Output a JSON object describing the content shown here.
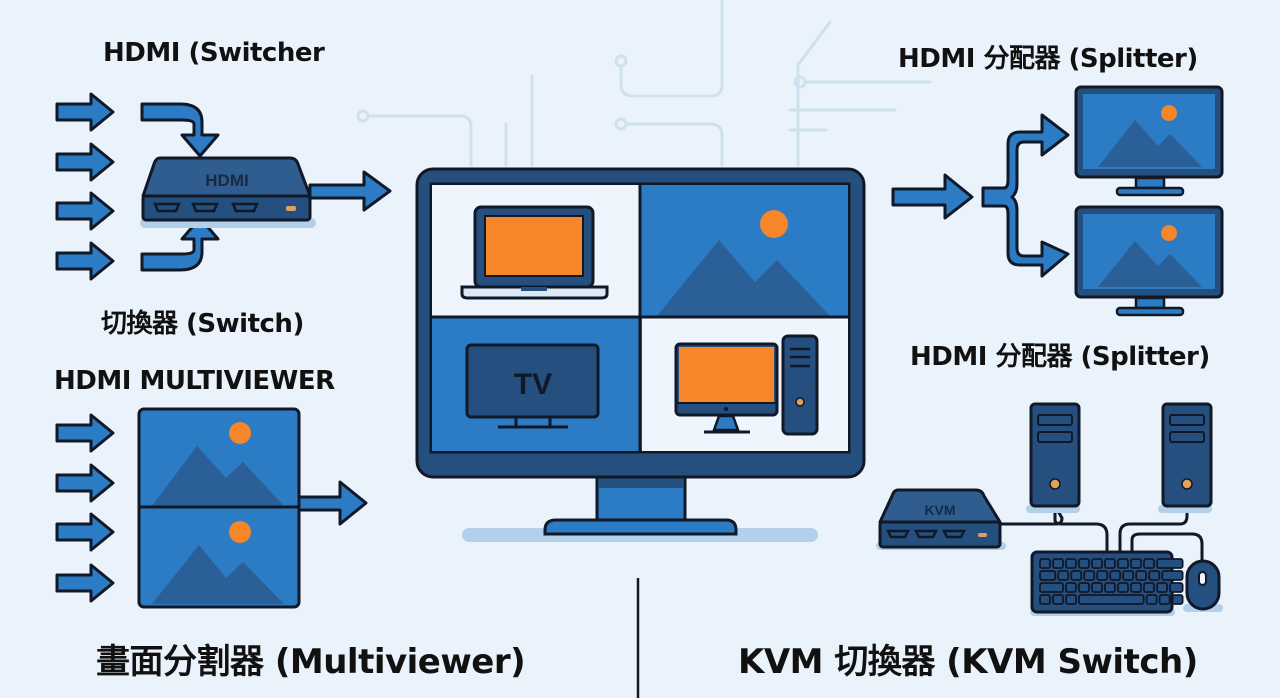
{
  "colors": {
    "background": "#eaf3fb",
    "primary_blue": "#2b7cc4",
    "dark_blue": "#244f7e",
    "navy": "#1f4470",
    "orange": "#f5862a",
    "outline": "#111827",
    "circuit_lines": "#cfe0ee",
    "shadow": "#b3d0ea"
  },
  "sections": {
    "switcher": {
      "title": "HDMI (Switcher",
      "subtitle": "切換器 (Switch)",
      "device_label": "HDMI",
      "input_count": 4
    },
    "multiviewer": {
      "title": "HDMI MULTIVIEWER",
      "subtitle": "畫面分割器 (Multiviewer)",
      "input_count": 4
    },
    "center_display": {
      "quadrants": [
        "laptop",
        "landscape-image",
        "tv",
        "desktop-computer"
      ],
      "tv_label": "TV"
    },
    "splitter": {
      "title_top": "HDMI 分配器 (Splitter)",
      "title_bottom": "HDMI 分配器 (Splitter)",
      "output_count": 2
    },
    "kvm": {
      "device_label": "KVM",
      "subtitle": "KVM 切換器 (KVM Switch)",
      "computer_count": 2
    }
  }
}
